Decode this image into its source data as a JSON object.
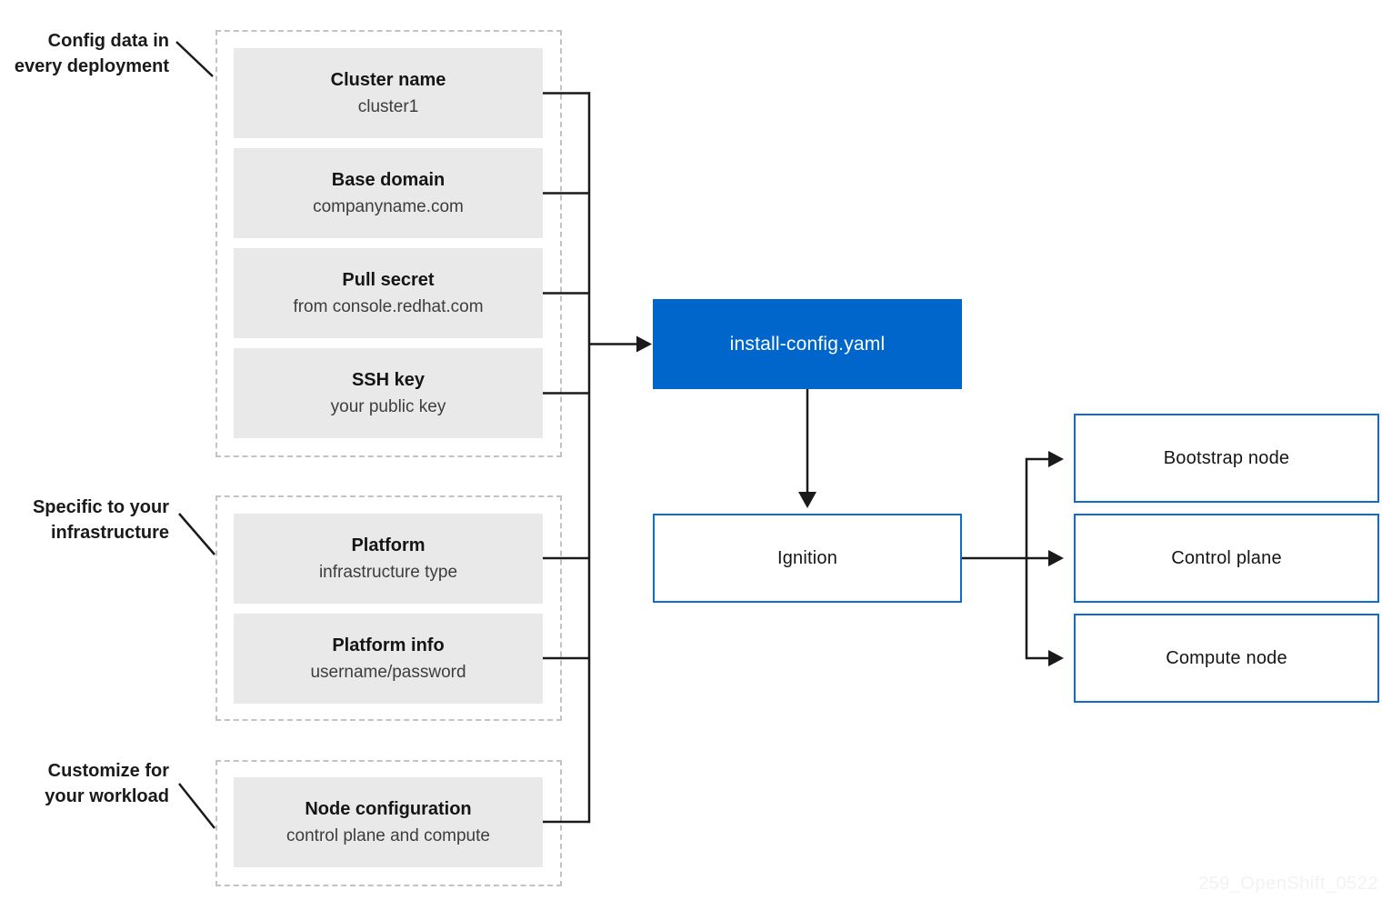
{
  "diagram": {
    "annotations": [
      {
        "line1": "Config data in",
        "line2": "every deployment"
      },
      {
        "line1": "Specific to your",
        "line2": "infrastructure"
      },
      {
        "line1": "Customize for",
        "line2": "your workload"
      }
    ],
    "groups": [
      {
        "items": [
          {
            "title": "Cluster name",
            "subtitle": "cluster1"
          },
          {
            "title": "Base domain",
            "subtitle": "companyname.com"
          },
          {
            "title": "Pull secret",
            "subtitle": "from console.redhat.com"
          },
          {
            "title": "SSH key",
            "subtitle": "your public key"
          }
        ]
      },
      {
        "items": [
          {
            "title": "Platform",
            "subtitle": "infrastructure type"
          },
          {
            "title": "Platform info",
            "subtitle": "username/password"
          }
        ]
      },
      {
        "items": [
          {
            "title": "Node configuration",
            "subtitle": "control plane and compute"
          }
        ]
      }
    ],
    "center": {
      "install_config": "install-config.yaml",
      "ignition": "Ignition"
    },
    "outputs": [
      {
        "label": "Bootstrap node"
      },
      {
        "label": "Control plane"
      },
      {
        "label": "Compute node"
      }
    ],
    "watermark": "259_OpenShift_0522",
    "colors": {
      "accent_blue": "#0066cc",
      "border_blue": "#0d6cd0",
      "box_gray": "#e9e9e9",
      "dash_gray": "#c3c3c3",
      "line_black": "#1a1a1a",
      "watermark_gray": "#f2f2f2",
      "title_text": "#151515",
      "subtitle_text": "#3d3d3d"
    }
  }
}
